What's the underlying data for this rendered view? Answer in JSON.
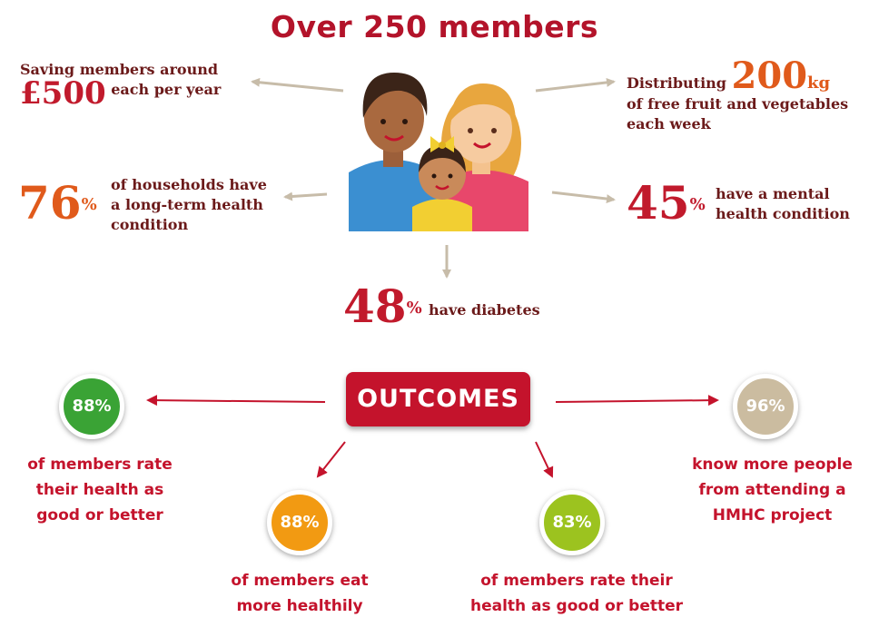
{
  "header": {
    "title_prefix": "Over ",
    "title_number": "250",
    "title_suffix": " members"
  },
  "stats": {
    "savings": {
      "line1": "Saving members around",
      "amount": "£500",
      "line2": "each per year"
    },
    "distributing": {
      "lead": "Distributing",
      "amount": "200",
      "unit": "kg",
      "line2": "of free fruit and vegetables",
      "line3": "each week"
    },
    "longterm": {
      "value": "76",
      "symbol": "%",
      "line1": "of households have",
      "line2": "a long-term health",
      "line3": "condition"
    },
    "mental": {
      "value": "45",
      "symbol": "%",
      "line1": "have a mental",
      "line2": "health condition"
    },
    "diabetes": {
      "value": "48",
      "symbol": "%",
      "text": "have diabetes"
    }
  },
  "outcomes": {
    "label": "OUTCOMES",
    "items": [
      {
        "value": "88%",
        "line1": "of members rate",
        "line2": "their health as",
        "line3": "good or better",
        "color": "#3aa335"
      },
      {
        "value": "88%",
        "line1": "of members eat",
        "line2": "more healthily",
        "color": "#f29a12"
      },
      {
        "value": "83%",
        "line1": "of members rate their",
        "line2": "health as good or better",
        "color": "#9cc31f"
      },
      {
        "value": "96%",
        "line1": "know more people",
        "line2": "from attending a",
        "line3": "HMHC project",
        "color": "#cbbca0"
      }
    ]
  },
  "colors": {
    "brand_red": "#c4132c",
    "dark_red": "#6b1a1a",
    "orange": "#e05a1b",
    "arrow_beige": "#c7bca9"
  },
  "icons": {
    "family": "family-icon"
  }
}
